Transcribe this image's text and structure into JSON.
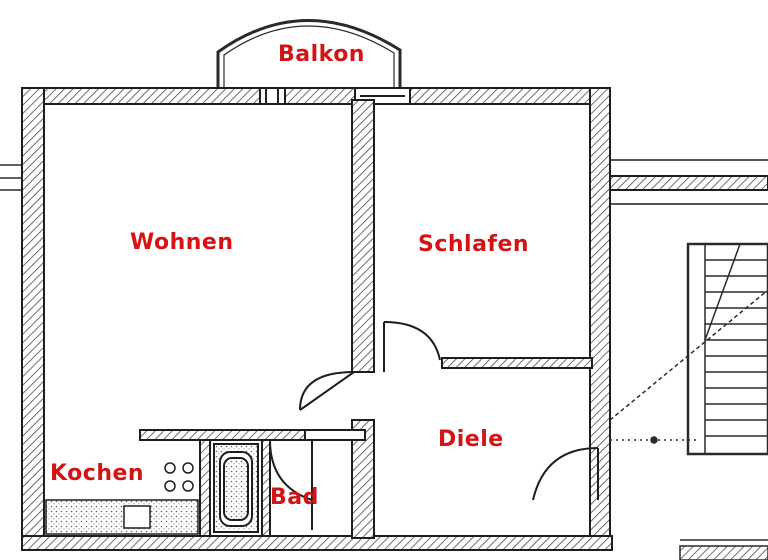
{
  "labels": {
    "balkon": "Balkon",
    "wohnen": "Wohnen",
    "schlafen": "Schlafen",
    "kochen": "Kochen",
    "bad": "Bad",
    "diele": "Diele"
  },
  "colors": {
    "label": "#d41414",
    "wall": "#2a2a2a",
    "hatch": "#5a5a5a",
    "background": "#ffffff"
  }
}
